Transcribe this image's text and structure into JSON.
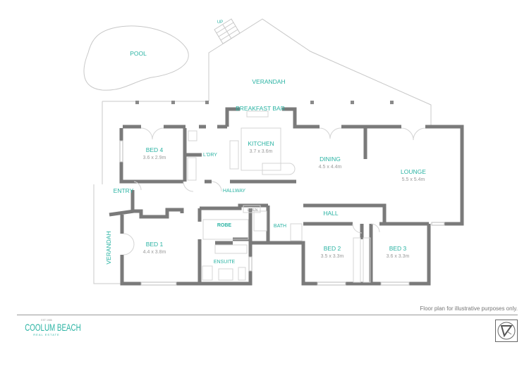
{
  "plan": {
    "labels": {
      "pool": "POOL",
      "up": "UP",
      "verandah_top": "VERANDAH",
      "breakfast_bar": "BREAKFAST BAR",
      "verandah_side": "VERANDAH",
      "entry": "ENTRY",
      "hallway": "HALLWAY",
      "hall": "HALL",
      "ldry": "L'DRY",
      "robe": "ROBE",
      "bath": "BATH",
      "ensuite": "ENSUITE",
      "linen": "LINEN"
    },
    "rooms": [
      {
        "name": "BED 4",
        "size": "3.6 x 2.9m"
      },
      {
        "name": "KITCHEN",
        "size": "3.7 x 3.6m"
      },
      {
        "name": "DINING",
        "size": "4.5 x 4.4m"
      },
      {
        "name": "LOUNGE",
        "size": "5.5 x 5.4m"
      },
      {
        "name": "BED 1",
        "size": "4.4 x 3.8m"
      },
      {
        "name": "BED 2",
        "size": "3.5 x 3.3m"
      },
      {
        "name": "BED 3",
        "size": "3.6 x 3.3m"
      }
    ],
    "colors": {
      "label": "#2ab3a3",
      "wall": "#7a7a7a"
    }
  },
  "footer": {
    "disclaimer": "Floor plan for illustrative purposes only.",
    "logo": {
      "est": "EST 1986",
      "name": "COOLUM BEACH",
      "sub": "REAL ESTATE"
    },
    "badge_icon": "brand-mark-icon"
  }
}
